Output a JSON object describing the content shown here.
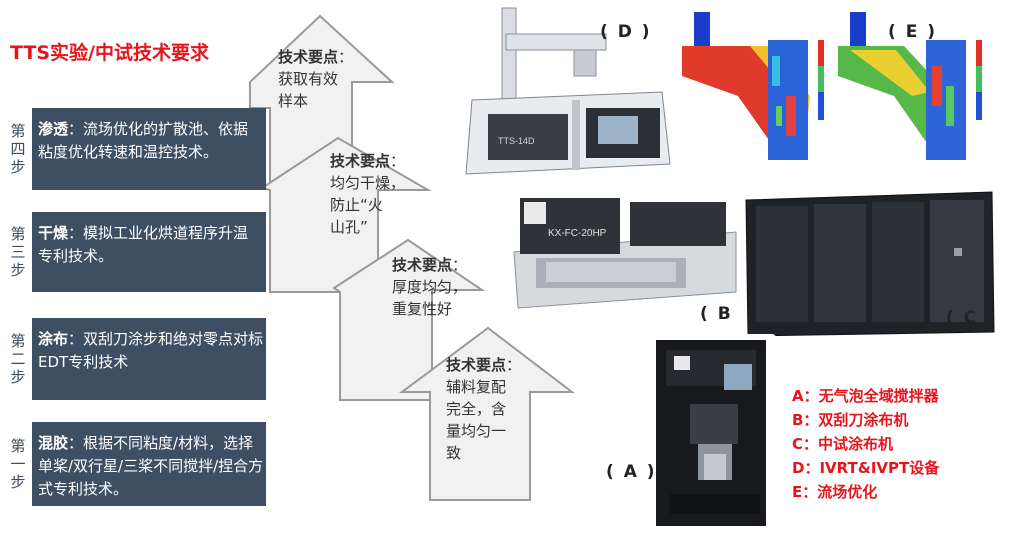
{
  "title": "TTS实验/中试技术要求",
  "steps": [
    {
      "num": [
        "第",
        "四",
        "步"
      ],
      "head": "渗透",
      "body": "：流场优化的扩散池、依据粘度优化转速和温控技术。"
    },
    {
      "num": [
        "第",
        "三",
        "步"
      ],
      "head": "干燥",
      "body": "：模拟工业化烘道程序升温专利技术。"
    },
    {
      "num": [
        "第",
        "二",
        "步"
      ],
      "head": "涂布",
      "body": "：双刮刀涂步和绝对零点对标EDT专利技术"
    },
    {
      "num": [
        "第",
        "一",
        "步"
      ],
      "head": "混胶",
      "body": "：根据不同粘度/材料，选择单桨/双行星/三桨不同搅拌/捏合方式专利技术。"
    }
  ],
  "key_points": [
    {
      "head": "技术要点",
      "colon": "：",
      "lines": [
        "获取有效",
        "样本"
      ]
    },
    {
      "head": "技术要点",
      "colon": "：",
      "lines": [
        "均匀干燥，",
        "防止“火",
        "山孔”"
      ]
    },
    {
      "head": "技术要点",
      "colon": "：",
      "lines": [
        "厚度均匀，",
        "重复性好"
      ]
    },
    {
      "head": "技术要点",
      "colon": "：",
      "lines": [
        "辅料复配",
        "完全，含",
        "量均匀一",
        "致"
      ]
    }
  ],
  "photo_labels": {
    "a": "( A )",
    "b": "( B )",
    "c": "( C )",
    "d": "( D )",
    "e": "( E )"
  },
  "machine_text": {
    "b": "KX-FC-20HP",
    "d": "TTS-14D"
  },
  "legend": [
    "A：无气泡全域搅拌器",
    "B：双刮刀涂布机",
    "C：中试涂布机",
    "D：IVRT&IVPT设备",
    "E：流场优化"
  ],
  "colors": {
    "title_red": "#e8141c",
    "step_bg": "#3e4f63",
    "arrow_fill": "#f1f1f1",
    "arrow_stroke": "#9a9a9a"
  }
}
